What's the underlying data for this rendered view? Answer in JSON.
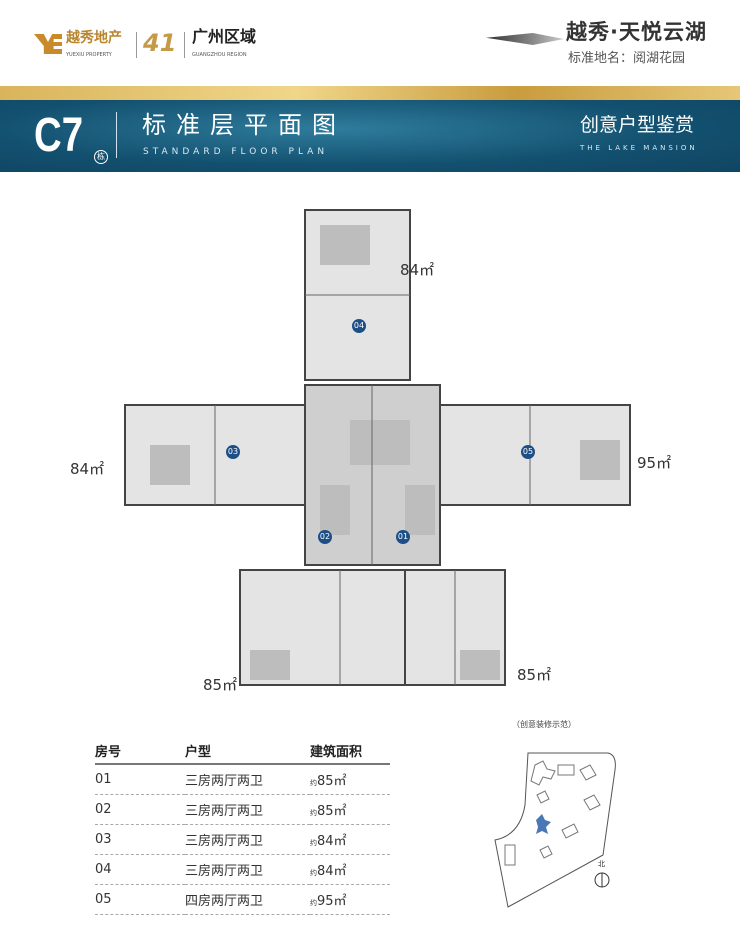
{
  "header": {
    "brand_cn": "越秀地产",
    "brand_en": "YUEXIU PROPERTY",
    "anniversary": "41",
    "region_cn": "广州区域",
    "region_en": "GUANGZHOU REGION",
    "project_name": "越秀·天悦云湖",
    "standard_name": "标准地名：阅湖花园"
  },
  "banner": {
    "building": "C7",
    "building_suffix": "栋",
    "title_cn": "标准层平面图",
    "title_en": "STANDARD FLOOR PLAN",
    "slogan_cn": "创意户型鉴赏",
    "slogan_en": "THE LAKE MANSION"
  },
  "floorplan": {
    "units": [
      {
        "no": "04",
        "area": "84㎡"
      },
      {
        "no": "03",
        "area": "84㎡"
      },
      {
        "no": "05",
        "area": "95㎡"
      },
      {
        "no": "02",
        "area": "85㎡"
      },
      {
        "no": "01",
        "area": "85㎡"
      }
    ]
  },
  "table": {
    "headers": [
      "房号",
      "户型",
      "建筑面积"
    ],
    "rows": [
      {
        "no": "01",
        "type": "三房两厅两卫",
        "prefix": "约",
        "area": "85㎡"
      },
      {
        "no": "02",
        "type": "三房两厅两卫",
        "prefix": "约",
        "area": "85㎡"
      },
      {
        "no": "03",
        "type": "三房两厅两卫",
        "prefix": "约",
        "area": "84㎡"
      },
      {
        "no": "04",
        "type": "三房两厅两卫",
        "prefix": "约",
        "area": "84㎡"
      },
      {
        "no": "05",
        "type": "四房两厅两卫",
        "prefix": "约",
        "area": "95㎡"
      }
    ]
  },
  "sitemap": {
    "caption": "（创意装修示范）",
    "north": "北"
  },
  "colors": {
    "gold": "#c98a2c",
    "blue": "#13506f",
    "badge": "#1d4f86"
  }
}
